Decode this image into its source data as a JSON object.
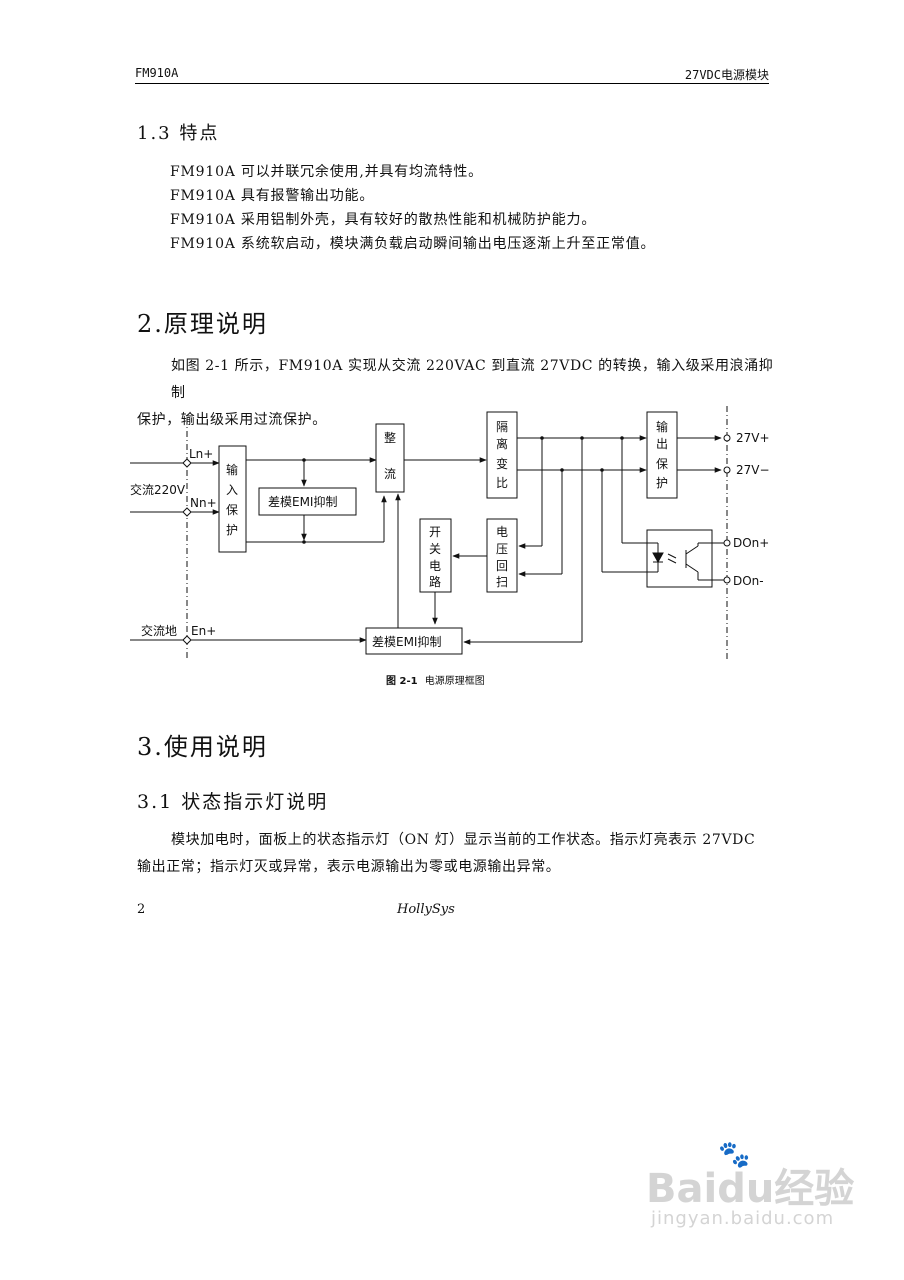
{
  "header": {
    "left": "FM910A",
    "right": "27VDC电源模块"
  },
  "section_1_3": {
    "title": "1.3 特点",
    "items": [
      "FM910A 可以并联冗余使用,并具有均流特性。",
      "FM910A 具有报警输出功能。",
      "FM910A 采用铝制外壳，具有较好的散热性能和机械防护能力。",
      "FM910A 系统软启动，模块满负载启动瞬间输出电压逐渐上升至正常值。"
    ]
  },
  "section_2": {
    "title": "2.原理说明",
    "para_line1": "如图 2-1 所示，FM910A 实现从交流 220VAC 到直流 27VDC 的转换，输入级采用浪涌抑制",
    "para_line2": "保护，输出级采用过流保护。"
  },
  "diagram": {
    "input_label": "交流220V",
    "ln": "Ln+",
    "nn": "Nn+",
    "ground_label": "交流地",
    "en": "En+",
    "input_protect": [
      "输",
      "入",
      "保",
      "护"
    ],
    "emi_top": "差模EMI抑制",
    "rectify": [
      "整",
      "流"
    ],
    "isolation": [
      "隔",
      "离",
      "变",
      "比"
    ],
    "output_protect": [
      "输",
      "出",
      "保",
      "护"
    ],
    "switch_circuit": [
      "开",
      "关",
      "电",
      "路"
    ],
    "voltage_feedback": [
      "电",
      "压",
      "回",
      "扫"
    ],
    "emi_bottom": "差模EMI抑制",
    "out_pos": "27V+",
    "out_neg": "27V−",
    "don_pos": "DOn+",
    "don_neg": "DOn-",
    "caption_num": "图 2-1",
    "caption_text": "电源原理框图"
  },
  "section_3": {
    "title": "3.使用说明"
  },
  "section_3_1": {
    "title": "3.1 状态指示灯说明",
    "line1": "模块加电时，面板上的状态指示灯（ON 灯）显示当前的工作状态。指示灯亮表示 27VDC",
    "line2": "输出正常；指示灯灭或异常，表示电源输出为零或电源输出异常。"
  },
  "footer": {
    "page_number": "2",
    "brand": "HollySys"
  },
  "watermark": {
    "logo": "Baidu经验",
    "url": "jingyan.baidu.com"
  }
}
